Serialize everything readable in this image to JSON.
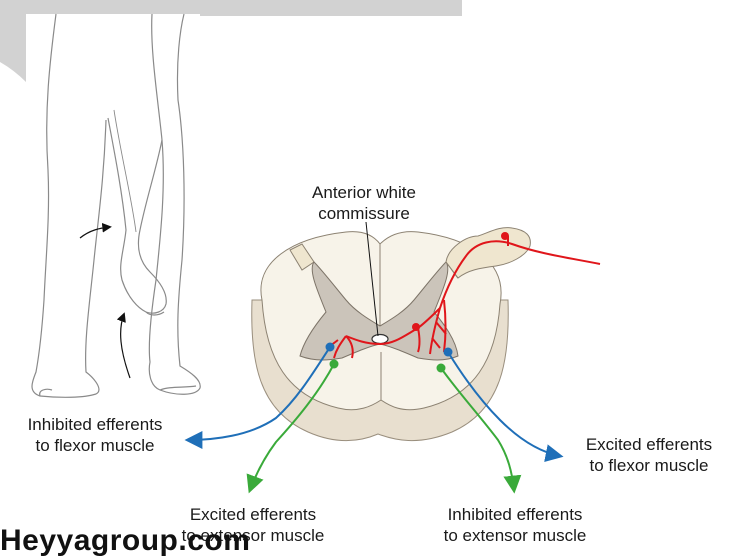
{
  "labels": {
    "commissure": [
      "Anterior white",
      "commissure"
    ],
    "inhibited_flexor": [
      "Inhibited efferents",
      "to flexor muscle"
    ],
    "excited_flexor": [
      "Excited efferents",
      "to flexor muscle"
    ],
    "excited_extensor": [
      "Excited efferents",
      "to extensor muscle"
    ],
    "inhibited_extensor": [
      "Inhibited efferents",
      "to extensor muscle"
    ]
  },
  "watermark": "Heyyagroup.com",
  "colors": {
    "afferent": "#e0161b",
    "flexor_efferent": "#1f6fb8",
    "extensor_efferent": "#3aaa3a",
    "grey_matter": "#cbc4ba",
    "white_matter": "#f7f3e9",
    "cord_base": "#e8dfcf"
  }
}
